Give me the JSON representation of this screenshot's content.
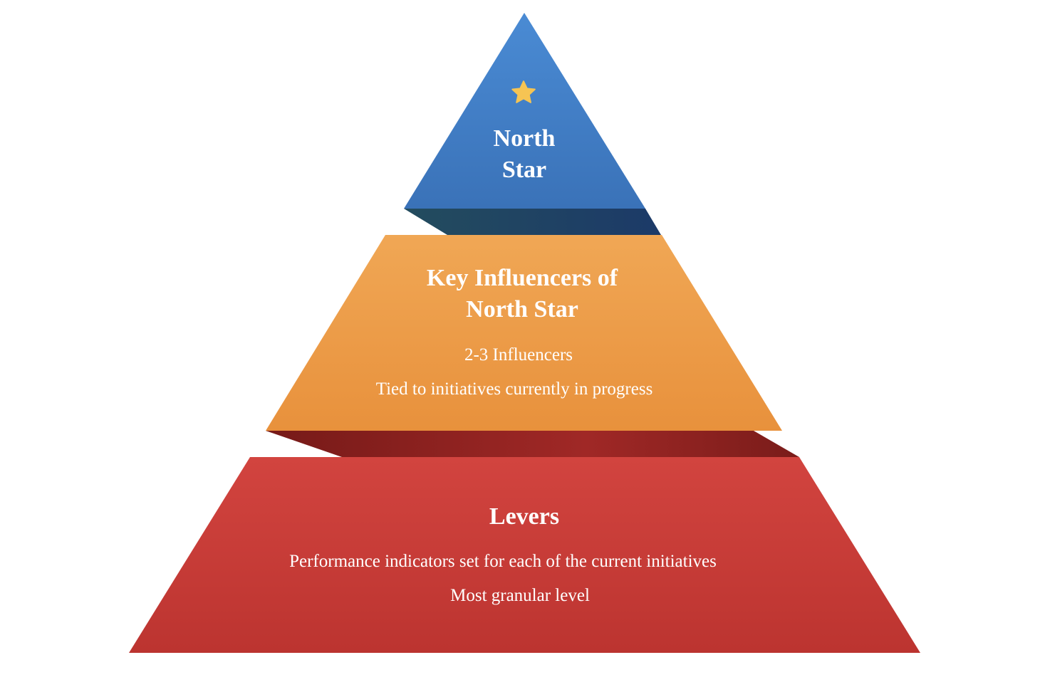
{
  "colors": {
    "tier1_top": "#4a8bd4",
    "tier1_bottom": "#3a72b8",
    "tier1_band": "#1e3d66",
    "tier2_top": "#f0a755",
    "tier2_bottom": "#e8913c",
    "tier2_band": "#8e2220",
    "tier3_top": "#d2443f",
    "tier3_bottom": "#bc3430",
    "star": "#f6c453"
  },
  "tiers": [
    {
      "icon": "star-icon",
      "title_line1": "North",
      "title_line2": "Star"
    },
    {
      "title_line1": "Key Influencers of",
      "title_line2": "North Star",
      "details": [
        "2-3 Influencers",
        "Tied to initiatives currently in progress"
      ]
    },
    {
      "title": "Levers",
      "details": [
        "Performance indicators set for each of the current initiatives",
        "Most granular level"
      ]
    }
  ]
}
